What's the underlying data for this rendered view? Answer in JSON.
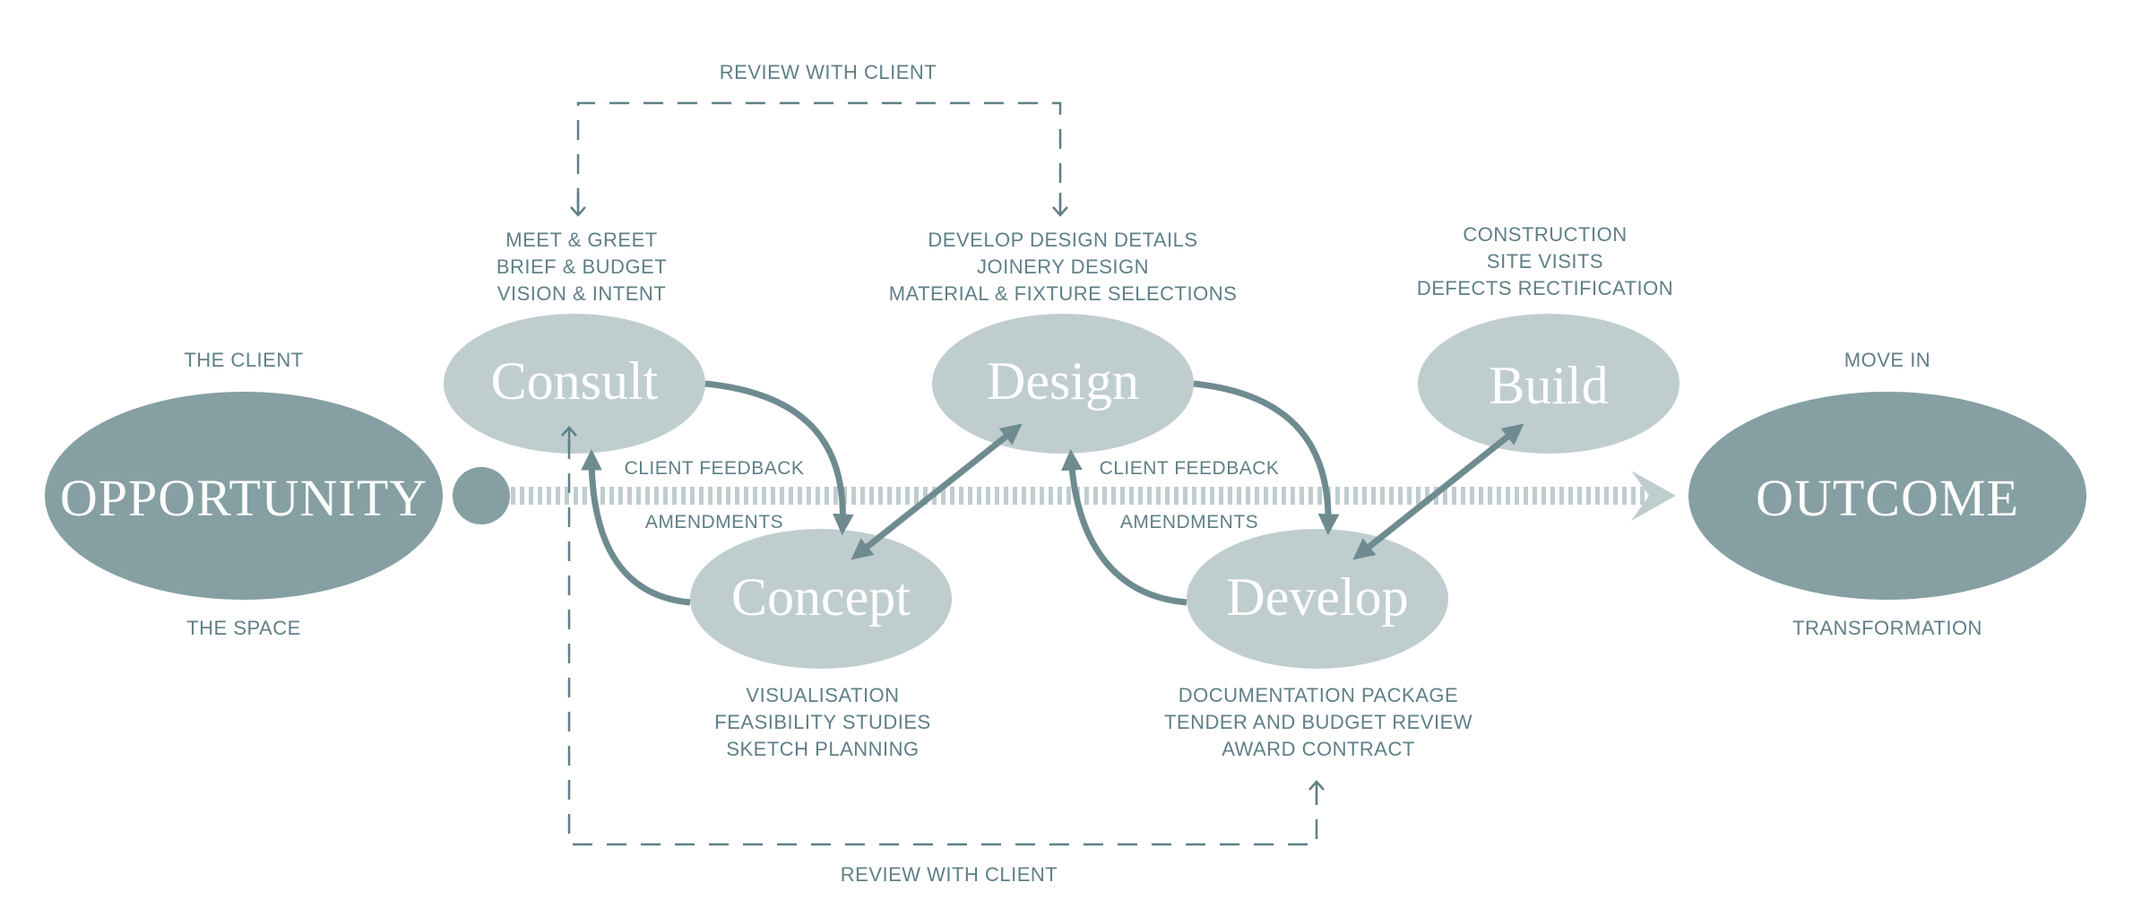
{
  "colors": {
    "stage_fill": "#bfcdcf",
    "end_fill": "#869fa3",
    "line": "#6e8b90",
    "text": "#5f7f86"
  },
  "opportunity": {
    "title": "OPPORTUNITY",
    "top_label": "THE CLIENT",
    "bottom_label": "THE SPACE"
  },
  "outcome": {
    "title": "OUTCOME",
    "top_label": "MOVE IN",
    "bottom_label": "TRANSFORMATION"
  },
  "stages": {
    "consult": {
      "title": "Consult",
      "notes": [
        "MEET & GREET",
        "BRIEF & BUDGET",
        "VISION & INTENT"
      ]
    },
    "concept": {
      "title": "Concept",
      "notes": [
        "VISUALISATION",
        "FEASIBILITY STUDIES",
        "SKETCH PLANNING"
      ]
    },
    "design": {
      "title": "Design",
      "notes": [
        "DEVELOP DESIGN DETAILS",
        "JOINERY DESIGN",
        "MATERIAL & FIXTURE SELECTIONS"
      ]
    },
    "develop": {
      "title": "Develop",
      "notes": [
        "DOCUMENTATION PACKAGE",
        "TENDER AND BUDGET REVIEW",
        "AWARD CONTRACT"
      ]
    },
    "build": {
      "title": "Build",
      "notes": [
        "CONSTRUCTION",
        "SITE VISITS",
        "DEFECTS RECTIFICATION"
      ]
    }
  },
  "feedback_loops": [
    {
      "top_label": "CLIENT FEEDBACK",
      "bottom_label": "AMENDMENTS"
    },
    {
      "top_label": "CLIENT FEEDBACK",
      "bottom_label": "AMENDMENTS"
    }
  ],
  "review_loops": {
    "top_label": "REVIEW WITH CLIENT",
    "bottom_label": "REVIEW WITH CLIENT"
  }
}
